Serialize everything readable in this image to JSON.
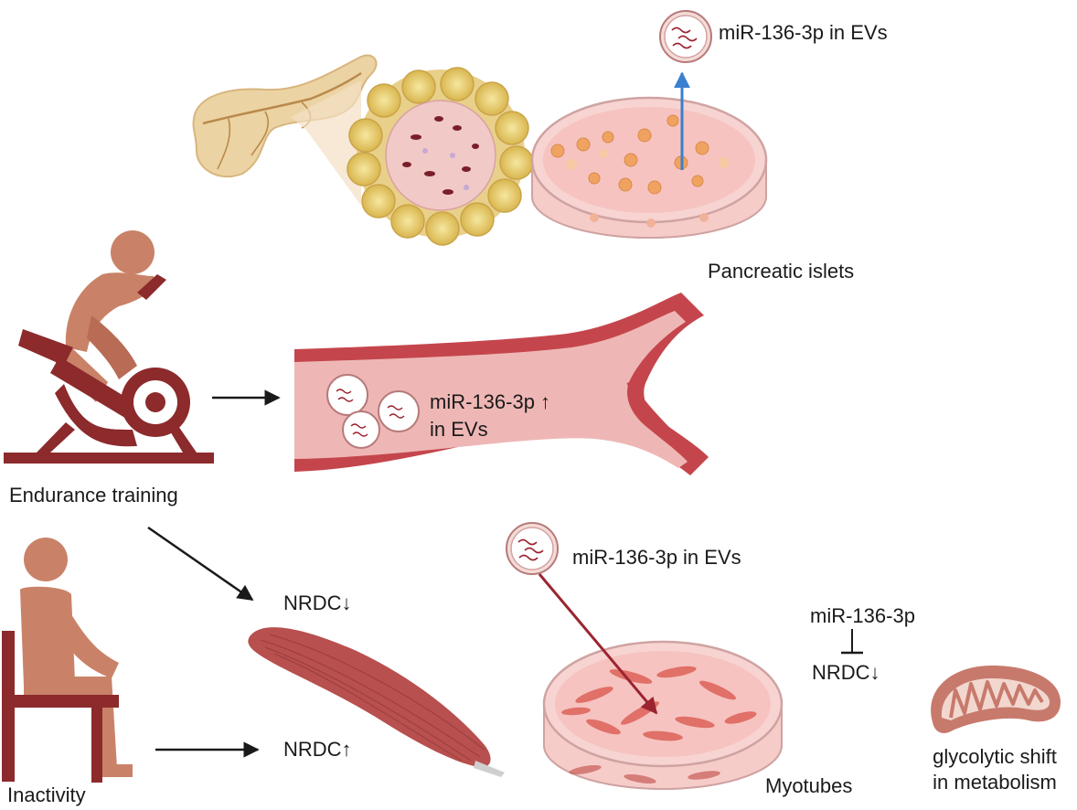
{
  "labels": {
    "ev_top": "miR-136-3p in EVs",
    "islets": "Pancreatic islets",
    "endurance": "Endurance training",
    "vessel_line1": "miR-136-3p ↑",
    "vessel_line2": "in EVs",
    "inactivity": "Inactivity",
    "nrdc_down": "NRDC↓",
    "nrdc_up": "NRDC↑",
    "ev_mid": "miR-136-3p in EVs",
    "inhib_top": "miR-136-3p",
    "inhib_bottom": "NRDC↓",
    "myotubes": "Myotubes",
    "glyco_line1": "glycolytic shift",
    "glyco_line2": "in metabolism"
  },
  "colors": {
    "figure": "#c98268",
    "figure_dark": "#8c2a2c",
    "vessel_outer": "#c4464c",
    "vessel_inner": "#eeb7b5",
    "muscle": "#b7504e",
    "dish_medium": "#f6c8c4",
    "mito": "#c77a6c",
    "ev_arrow_blue": "#3a7fd0",
    "ev_arrow_red": "#9b2430"
  }
}
